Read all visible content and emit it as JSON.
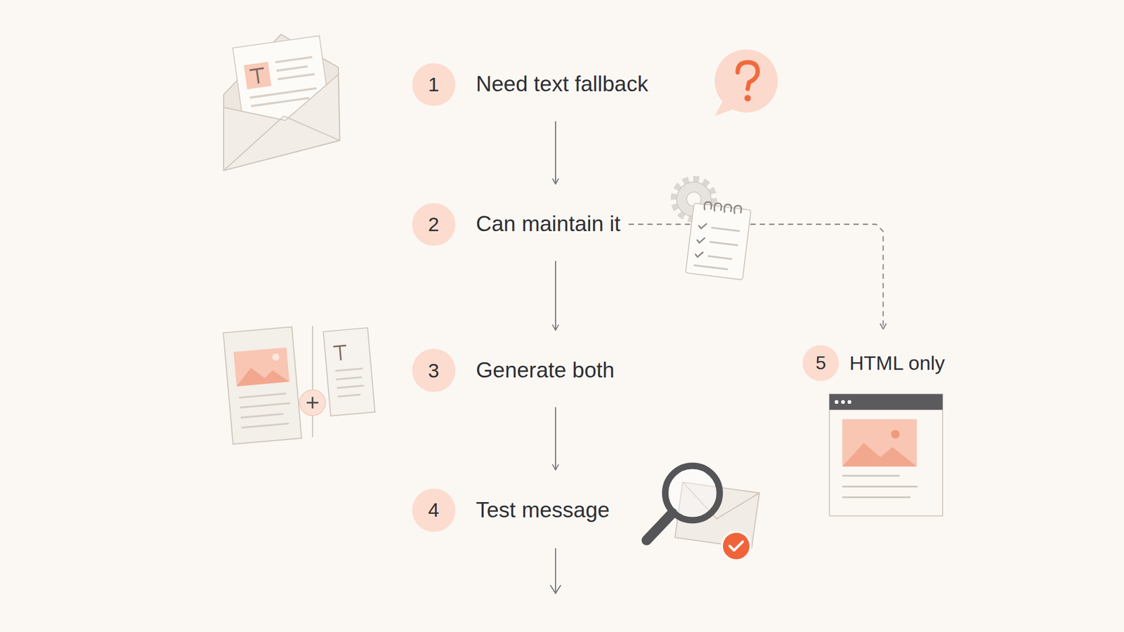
{
  "diagram": {
    "nodes": [
      {
        "text": [
          "1",
          "Need text fallback"
        ]
      },
      {
        "text": [
          "2",
          "Can maintain it"
        ]
      },
      {
        "text": [
          "3",
          "Generate both"
        ]
      },
      {
        "text": [
          "4",
          "Test message"
        ]
      },
      {
        "text": [
          "5",
          "HTML only"
        ]
      }
    ],
    "edges": [
      {
        "from": 0,
        "to": 1,
        "arrow": "to"
      },
      {
        "from": 1,
        "to": 2,
        "arrow": "to"
      },
      {
        "from": 2,
        "to": 3,
        "arrow": "to"
      },
      {
        "from": 1,
        "to": 4,
        "arrow": "to"
      }
    ]
  }
}
